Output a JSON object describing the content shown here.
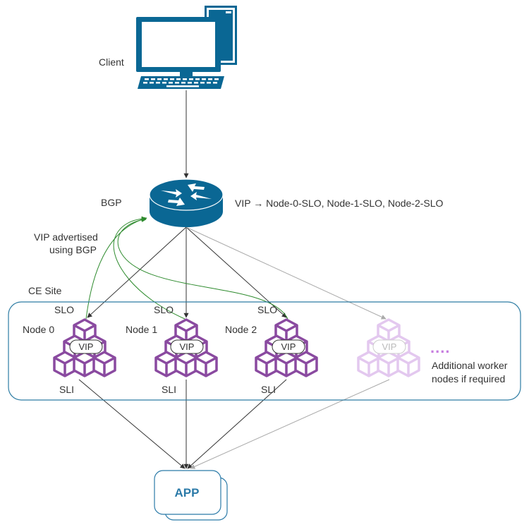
{
  "labels": {
    "client": "Client",
    "bgp": "BGP",
    "vip_route": "VIP → Node-0-SLO, Node-1-SLO, Node-2-SLO",
    "advert_line1": "VIP advertised",
    "advert_line2": "using BGP",
    "ce_site": "CE Site",
    "app": "APP",
    "dots": "....",
    "additional_line1": "Additional worker",
    "additional_line2": "nodes if required"
  },
  "nodes": [
    {
      "name": "Node 0",
      "slo": "SLO",
      "sli": "SLI",
      "vip": "VIP"
    },
    {
      "name": "Node 1",
      "slo": "SLO",
      "sli": "SLI",
      "vip": "VIP"
    },
    {
      "name": "Node 2",
      "slo": "SLO",
      "sli": "SLI",
      "vip": "VIP"
    },
    {
      "vip": "VIP"
    }
  ],
  "colors": {
    "device_blue": "#0a6794",
    "site_border": "#2d7ca3",
    "node_purple": "#8a4aa0",
    "node_purple_faded": "#e3c8ef",
    "advert_green": "#2e8b2e",
    "dots_purple": "#c77ddf",
    "app_blue": "#2b7aa8"
  }
}
